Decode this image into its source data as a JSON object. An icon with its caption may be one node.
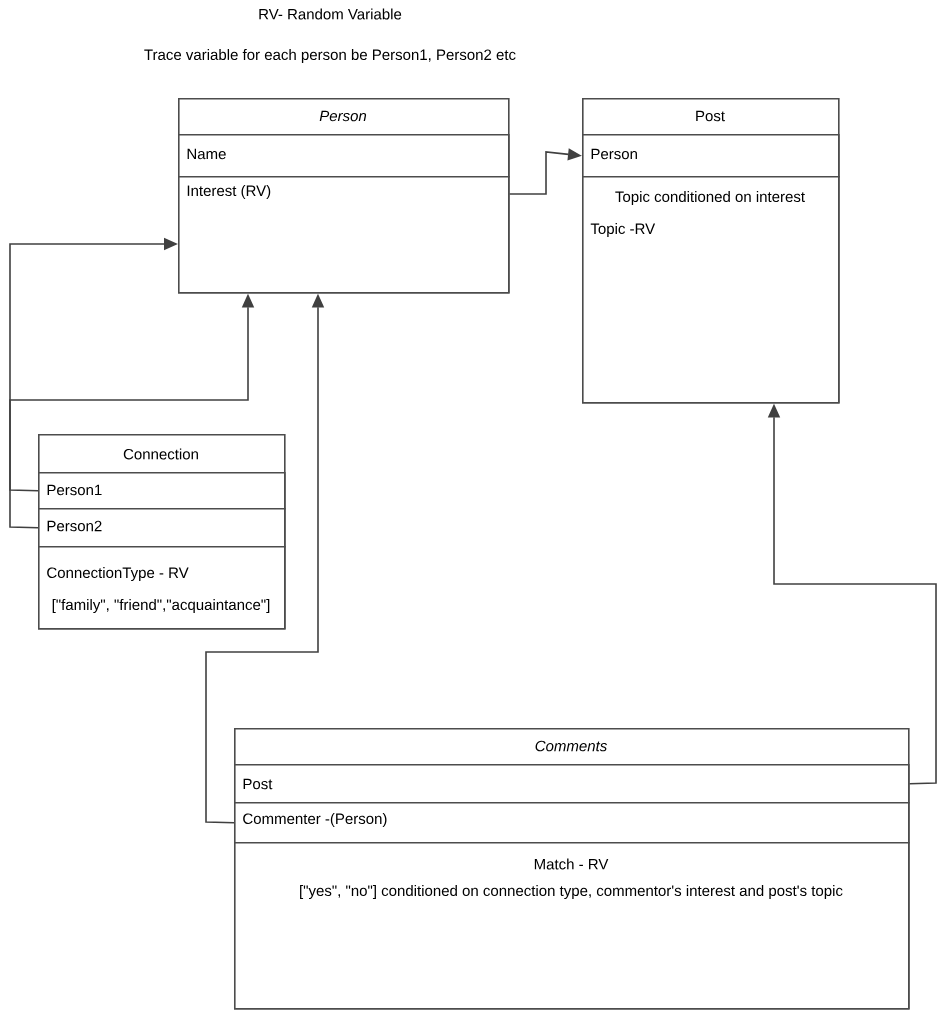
{
  "diagram": {
    "nodes": [
      {
        "text": [
          "Person"
        ]
      },
      {
        "text": [
          "Name"
        ],
        "in": 0
      },
      {
        "text": [
          "Interest (RV)"
        ],
        "in": 0
      },
      {
        "text": [
          "Post"
        ]
      },
      {
        "text": [
          "Person"
        ],
        "in": 3
      },
      {
        "text": [
          "Topic conditioned on interest",
          "Topic -RV"
        ],
        "in": 3
      },
      {
        "text": [
          "Connection"
        ]
      },
      {
        "text": [
          "Person1"
        ],
        "in": 6
      },
      {
        "text": [
          "Person2"
        ],
        "in": 6
      },
      {
        "text": [
          "ConnectionType - RV",
          "[\"family\", \"friend\",\"acquaintance\"]"
        ],
        "in": 6
      },
      {
        "text": [
          "Comments"
        ]
      },
      {
        "text": [
          "Post"
        ],
        "in": 10
      },
      {
        "text": [
          "Commenter -(Person)"
        ],
        "in": 10
      },
      {
        "text": [
          "Match - RV",
          "[\"yes\", \"no\"] conditioned on connection type, commentor's interest and post's topic"
        ],
        "in": 10
      }
    ],
    "edges": [
      {
        "from": 2,
        "to": 4,
        "arrow": "to"
      },
      {
        "from": 7,
        "to": 0,
        "arrow": "to"
      },
      {
        "from": 8,
        "to": 0,
        "arrow": "to"
      },
      {
        "from": 12,
        "to": 0,
        "arrow": "to"
      },
      {
        "from": 11,
        "to": 3,
        "arrow": "to"
      }
    ],
    "labels": [
      "RV- Random Variable",
      "Trace variable for each person be Person1, Person2 etc"
    ]
  }
}
